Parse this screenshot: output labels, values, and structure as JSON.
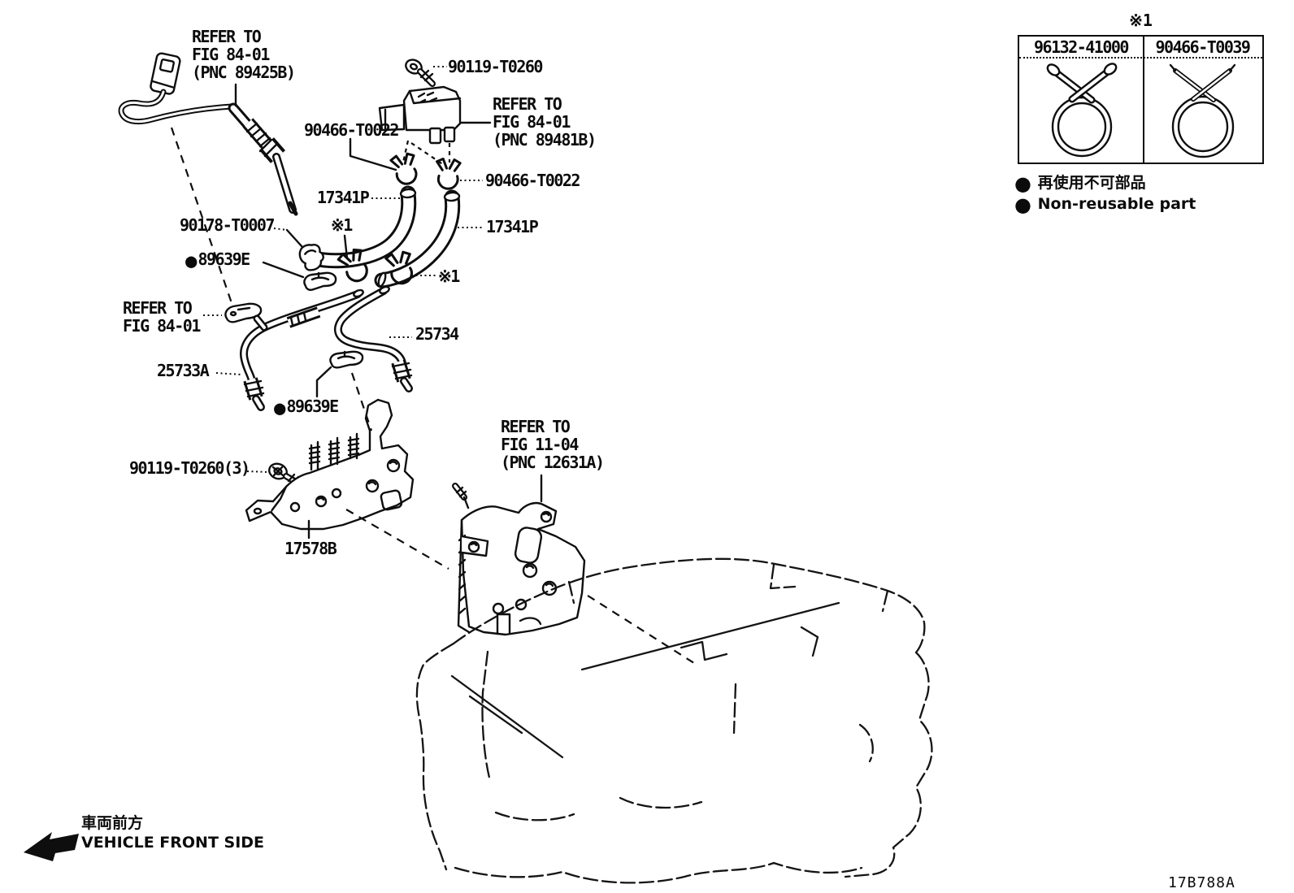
{
  "diagram": {
    "figure_code": "17B788A",
    "bullet_mark": "●",
    "labels": {
      "refer_fig_84_01_a": {
        "line1": "REFER TO",
        "line2": "FIG 84-01",
        "line3": "(PNC 89425B)"
      },
      "bolt_top": "90119-T0260",
      "refer_fig_84_01_b": {
        "line1": "REFER TO",
        "line2": "FIG 84-01",
        "line3": "(PNC 89481B)"
      },
      "clamp_left": "90466-T0022",
      "clamp_right": "90466-T0022",
      "hose_left": "17341P",
      "hose_right": "17341P",
      "mark_1": "※1",
      "mark_2": "※1",
      "grommet": "90178-T0007",
      "clip_top": "89639E",
      "refer_fig_84_01_c": {
        "line1": "REFER TO",
        "line2": "FIG 84-01"
      },
      "pipe_outlet": "25734",
      "pipe_inlet": "25733A",
      "clip_bottom": "89639E",
      "bolt_bottom": "90119-T0260(3)",
      "bracket": "17578B",
      "refer_fig_11_04": {
        "line1": "REFER TO",
        "line2": "FIG 11-04",
        "line3": "(PNC 12631A)"
      }
    },
    "clamp_table": {
      "mark": "※1",
      "col1": "96132-41000",
      "col2": "90466-T0039"
    },
    "legend": {
      "jp": "再使用不可部品",
      "en": "Non-reusable part"
    },
    "front_indicator": {
      "jp": "車両前方",
      "en": "VEHICLE FRONT SIDE"
    }
  }
}
